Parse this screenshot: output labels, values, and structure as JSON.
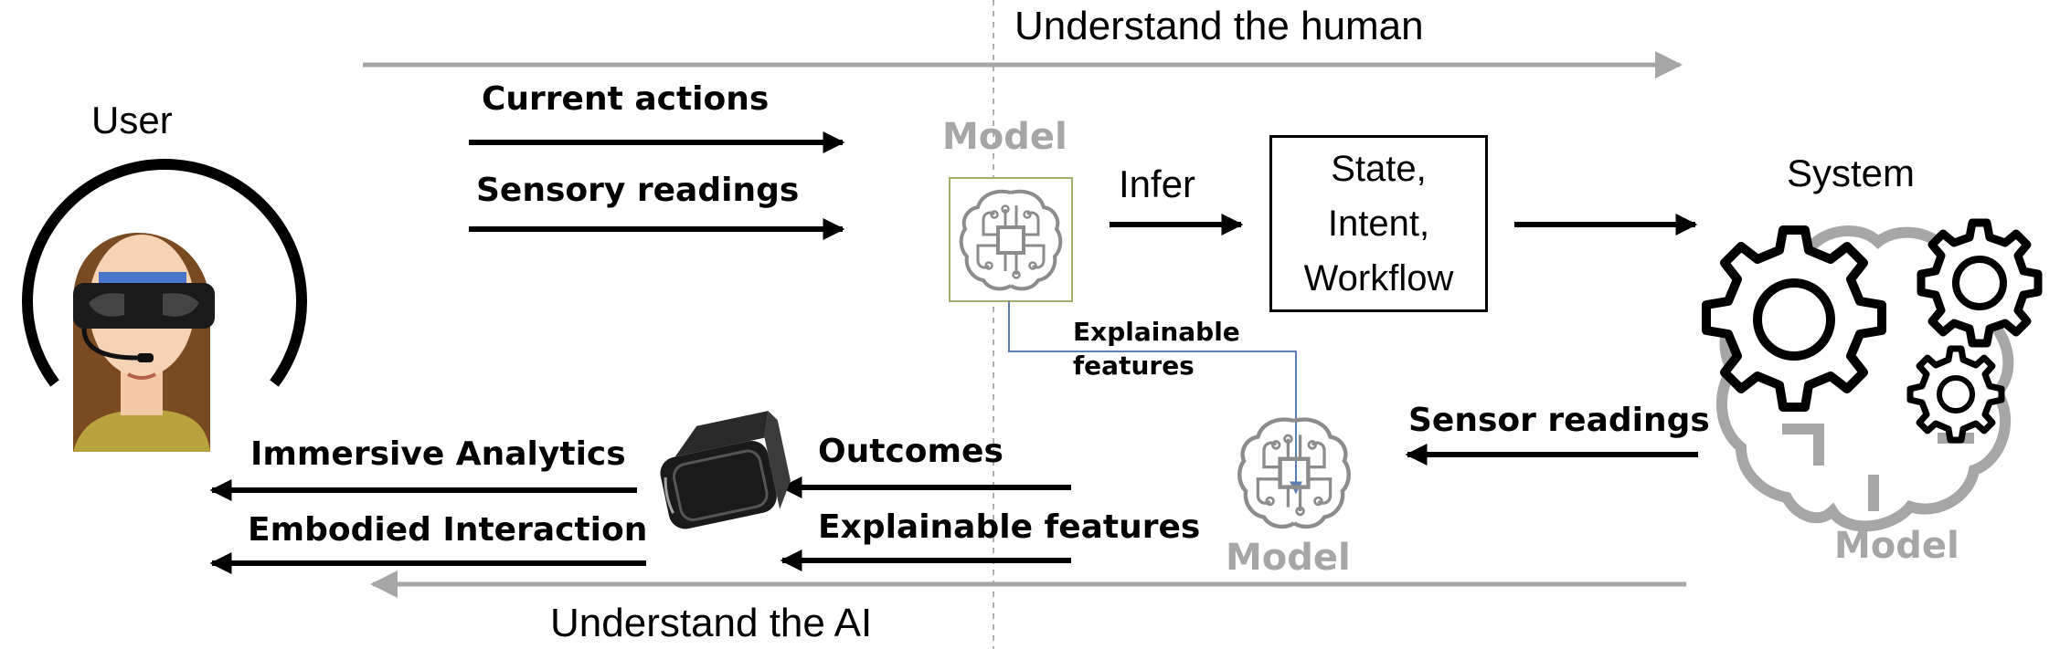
{
  "top_banner": "Understand the human",
  "bottom_banner": "Understand the AI",
  "user_label": "User",
  "system_label": "System",
  "inputs": {
    "current_actions": "Current actions",
    "sensory_readings": "Sensory readings"
  },
  "model_top_label": "Model",
  "infer_label": "Infer",
  "state_box": {
    "line1": "State,",
    "line2": "Intent,",
    "line3": "Workflow"
  },
  "explainable_link": {
    "line1": "Explainable",
    "line2": "features"
  },
  "sensor_readings": "Sensor readings",
  "model_bottom_label": "Model",
  "model_system_label": "Model",
  "outputs": {
    "outcomes": "Outcomes",
    "explainable_features": "Explainable features"
  },
  "user_outputs": {
    "immersive_analytics": "Immersive Analytics",
    "embodied_interaction": "Embodied Interaction"
  },
  "icons": [
    "user-avatar-icon",
    "brain-circuit-icon",
    "gears-brain-icon",
    "vr-headset-icon"
  ],
  "colors": {
    "grey": "#a6a6a6",
    "model_box_border": "#9fb06a",
    "link_line": "#5a7fb0"
  }
}
